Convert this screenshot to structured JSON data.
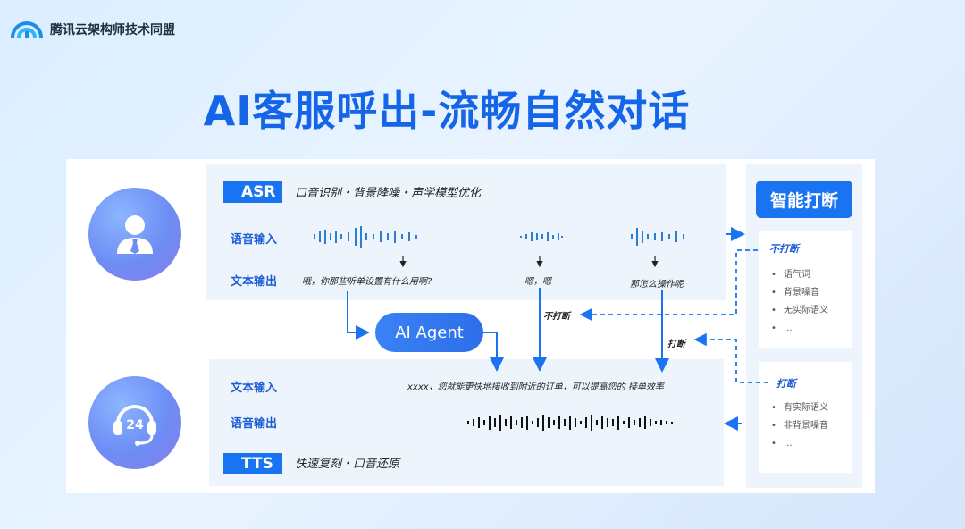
{
  "brand": {
    "name": "腾讯云架构师技术同盟"
  },
  "title": "AI客服呼出-流畅自然对话",
  "asr": {
    "tag": "ASR",
    "features": "口音识别・背景降噪・声学模型优化",
    "voice_input_label": "语音输入",
    "text_output_label": "文本输出",
    "utterances": [
      "哦，你那些听单设置有什么用啊?",
      "嗯，嗯",
      "那怎么操作呢"
    ]
  },
  "agent": {
    "label": "AI Agent"
  },
  "tts": {
    "tag": "TTS",
    "features": "快速复刻・口音还原",
    "text_input_label": "文本输入",
    "voice_output_label": "语音输出",
    "response_text": "xxxx，您就能更快地接收到附近的订单，可以提高您的  接单效率"
  },
  "flow": {
    "no_interrupt": "不打断",
    "interrupt": "打断"
  },
  "smart_interrupt": {
    "title": "智能打断",
    "no_interrupt_card": {
      "title": "不打断",
      "items": [
        "语气词",
        "背景噪音",
        "无实际语义",
        "..."
      ]
    },
    "interrupt_card": {
      "title": "打断",
      "items": [
        "有实际语义",
        "非背景噪音",
        "..."
      ]
    }
  },
  "icons": {
    "brand": "cloud-logo-icon",
    "user": "user-icon",
    "service": "headset-24-icon"
  },
  "colors": {
    "accent": "#1a73f0",
    "title": "#1565e8",
    "label": "#1a5bd6"
  }
}
